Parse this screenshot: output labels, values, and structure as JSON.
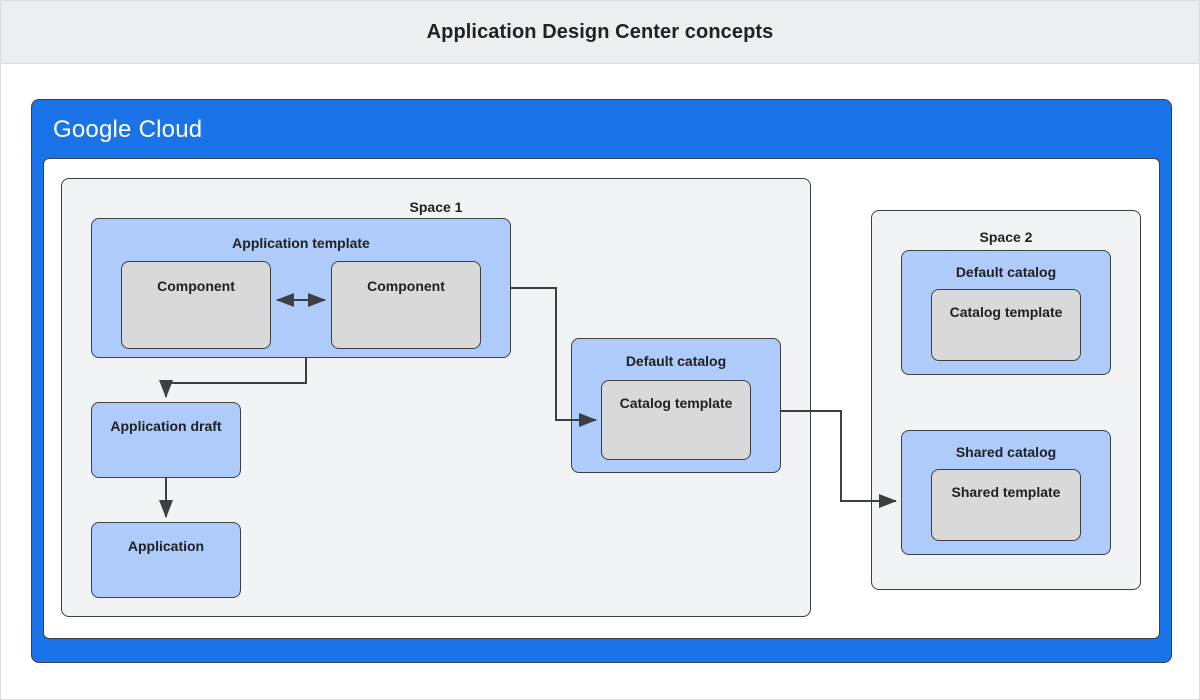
{
  "header": {
    "title": "Application Design Center concepts"
  },
  "cloud_frame": {
    "brand_primary": "Google",
    "brand_secondary": "Cloud",
    "frame_color": "#1a73e8"
  },
  "colors": {
    "title_bar_bg": "#eceff1",
    "space_bg": "#f1f3f4",
    "blue_card": "#aecbfa",
    "grey_card": "#d9d9d9",
    "stroke": "#3c4043",
    "text": "#202124"
  },
  "spaces": [
    {
      "name": "space-1",
      "label": "Space 1",
      "cards": [
        {
          "name": "application-template",
          "label": "Application template",
          "children": [
            {
              "name": "component-1",
              "label": "Component"
            },
            {
              "name": "component-2",
              "label": "Component"
            }
          ]
        },
        {
          "name": "application-draft",
          "label": "Application draft"
        },
        {
          "name": "application",
          "label": "Application"
        },
        {
          "name": "default-catalog",
          "label": "Default catalog",
          "children": [
            {
              "name": "catalog-template",
              "label": "Catalog template"
            }
          ]
        }
      ]
    },
    {
      "name": "space-2",
      "label": "Space 2",
      "cards": [
        {
          "name": "default-catalog",
          "label": "Default catalog",
          "children": [
            {
              "name": "catalog-template",
              "label": "Catalog template"
            }
          ]
        },
        {
          "name": "shared-catalog",
          "label": "Shared catalog",
          "children": [
            {
              "name": "shared-template",
              "label": "Shared template"
            }
          ]
        }
      ]
    }
  ],
  "connectors": [
    {
      "name": "component-to-component",
      "from": "component-1",
      "to": "component-2",
      "style": "bidirectional"
    },
    {
      "name": "template-to-draft",
      "from": "application-template",
      "to": "application-draft",
      "style": "arrow"
    },
    {
      "name": "draft-to-application",
      "from": "application-draft",
      "to": "application",
      "style": "arrow"
    },
    {
      "name": "template-to-catalog-template",
      "from": "application-template",
      "to": "catalog-template",
      "style": "arrow"
    },
    {
      "name": "default-catalog-to-shared-catalog",
      "from": "default-catalog",
      "to": "shared-catalog",
      "style": "arrow"
    }
  ]
}
